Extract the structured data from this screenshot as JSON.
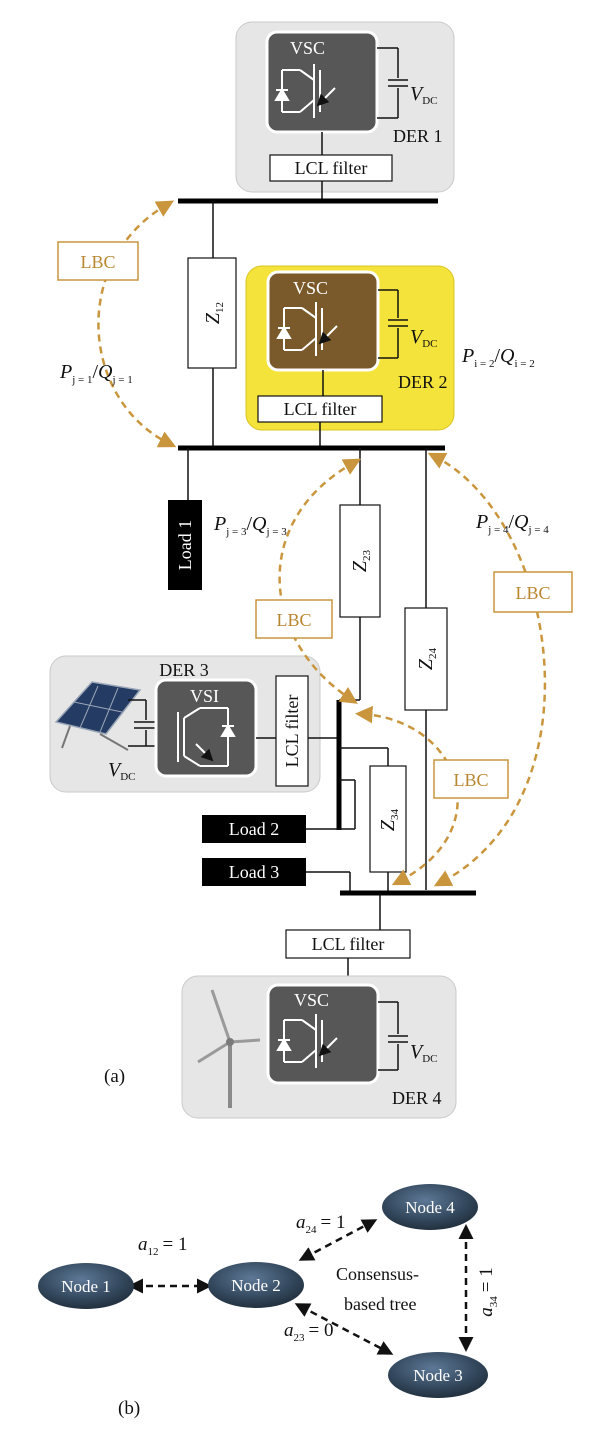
{
  "der1": {
    "name": "DER 1",
    "converter": "VSC",
    "vdc_main": "V",
    "vdc_sub": "DC",
    "filter": "LCL filter"
  },
  "der2": {
    "name": "DER 2",
    "converter": "VSC",
    "vdc_main": "V",
    "vdc_sub": "DC",
    "filter": "LCL filter"
  },
  "der3": {
    "name": "DER 3",
    "converter": "VSI",
    "vdc_main": "V",
    "vdc_sub": "DC",
    "filter": "LCL filter"
  },
  "der4": {
    "name": "DER 4",
    "converter": "VSC",
    "vdc_main": "V",
    "vdc_sub": "DC",
    "filter": "LCL filter"
  },
  "impedances": {
    "z12": {
      "main": "Z",
      "sub": "12"
    },
    "z23": {
      "main": "Z",
      "sub": "23"
    },
    "z24": {
      "main": "Z",
      "sub": "24"
    },
    "z34": {
      "main": "Z",
      "sub": "34"
    }
  },
  "loads": {
    "load1": "Load 1",
    "load2": "Load 2",
    "load3": "Load 3"
  },
  "lbc_label": "LBC",
  "power_labels": {
    "pj1": {
      "p": "P",
      "psub": "j = 1",
      "q": "Q",
      "qsub": "j = 1"
    },
    "pi2": {
      "p": "P",
      "psub": "i = 2",
      "q": "Q",
      "qsub": "i = 2"
    },
    "pj3": {
      "p": "P",
      "psub": "j = 3",
      "q": "Q",
      "qsub": "j = 3"
    },
    "pj4": {
      "p": "P",
      "psub": "j = 4",
      "q": "Q",
      "qsub": "j = 4"
    }
  },
  "panel_labels": {
    "a": "(a)",
    "b": "(b)"
  },
  "graph": {
    "nodes": {
      "n1": "Node 1",
      "n2": "Node 2",
      "n3": "Node 3",
      "n4": "Node 4"
    },
    "edges": {
      "a12": {
        "main": "a",
        "sub": "12",
        "value": "= 1"
      },
      "a24": {
        "main": "a",
        "sub": "24",
        "value": "= 1"
      },
      "a23": {
        "main": "a",
        "sub": "23",
        "value": "= 0"
      },
      "a34": {
        "main": "a",
        "sub": "34",
        "value": "= 1"
      }
    },
    "caption_line1": "Consensus-",
    "caption_line2": "based tree"
  },
  "colors": {
    "der_gray": "#e6e6e6",
    "der_yellow": "#f4e33a",
    "converter_dark": "#575757",
    "converter_brown": "#7a5a2a",
    "lbc": "#c9963e",
    "bus": "#000000",
    "node": "#34495e"
  }
}
